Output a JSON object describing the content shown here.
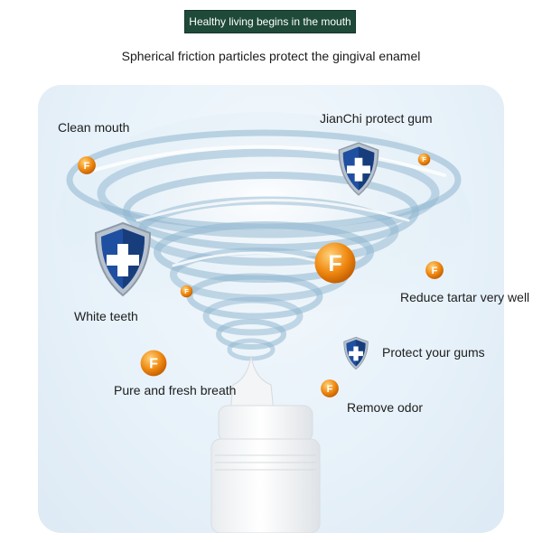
{
  "header": {
    "badge_text": "Healthy living begins in the mouth",
    "subtitle": "Spherical friction particles protect the gingival enamel"
  },
  "labels": {
    "clean_mouth": "Clean mouth",
    "jianchi_protect_gum": "JianChi protect gum",
    "reduce_tartar": "Reduce tartar very well",
    "white_teeth": "White teeth",
    "protect_gums": "Protect your gums",
    "fresh_breath": "Pure and fresh breath",
    "remove_odor": "Remove odor"
  },
  "icons": {
    "fluoride_symbol": "F",
    "shield": "shield-cross-icon",
    "fluoride": "fluoride-ball-icon"
  },
  "colors": {
    "badge_bg": "#1f4a3a",
    "shield_blue": "#1f4fa0",
    "fluoride_orange": "#f08a12",
    "swirl": "#8fb6d0"
  }
}
